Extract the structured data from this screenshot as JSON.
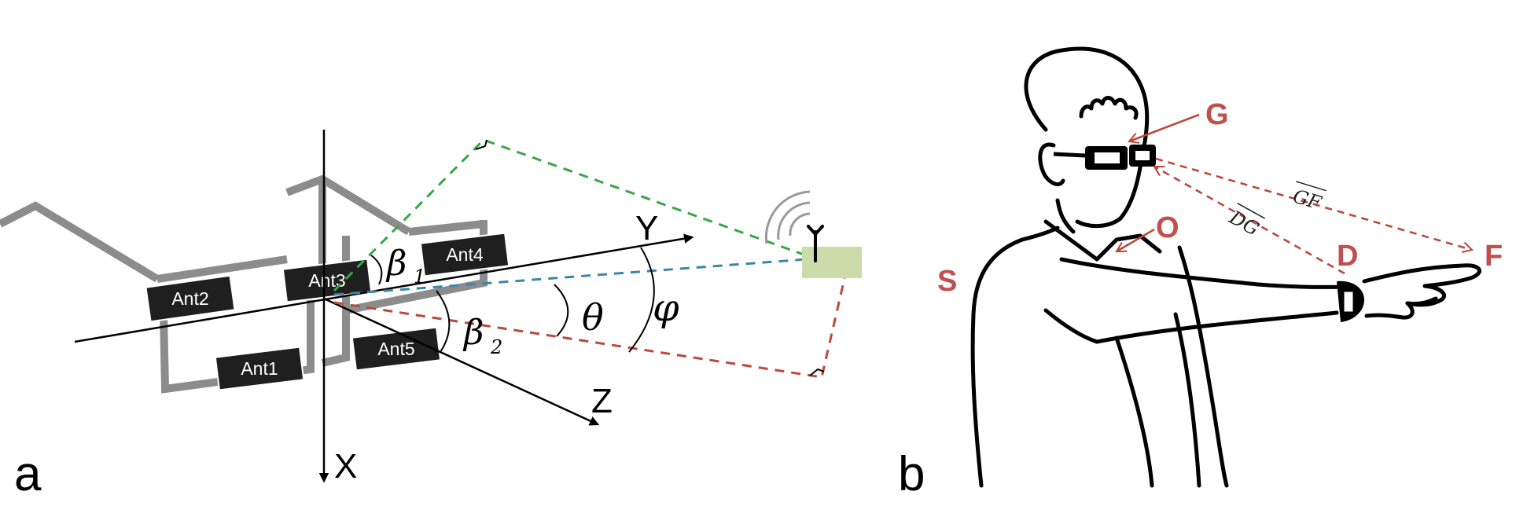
{
  "panel_a": {
    "label": "a",
    "axes": {
      "x": "X",
      "y": "Y",
      "z": "Z"
    },
    "antennas": [
      "Ant1",
      "Ant2",
      "Ant3",
      "Ant4",
      "Ant5"
    ],
    "angles": {
      "theta": "θ",
      "phi": "φ",
      "beta": "β",
      "beta1_sub": "1",
      "beta2_sub": "2"
    },
    "colors": {
      "green": "#3aa548",
      "blue": "#3b87a6",
      "red": "#b94a3c",
      "tag": "#cbdcaa",
      "building": "#8c8c8c"
    }
  },
  "panel_b": {
    "label": "b",
    "points": {
      "g": "G",
      "o": "O",
      "s": "S",
      "d": "D",
      "f": "F"
    },
    "vectors": {
      "dg": "DG",
      "gf": "GF"
    },
    "colors": {
      "annot": "#c0504d"
    }
  }
}
